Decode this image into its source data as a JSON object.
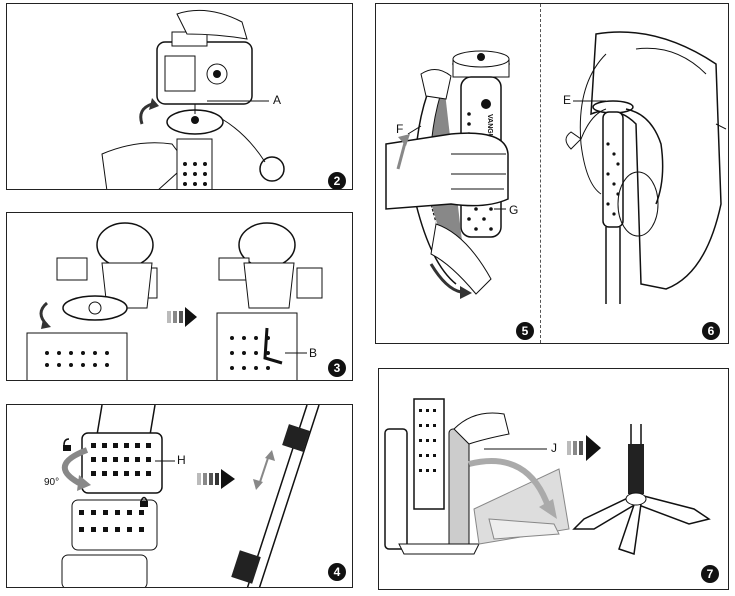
{
  "steps": [
    "2",
    "3",
    "4",
    "5",
    "6",
    "7"
  ],
  "callouts": {
    "A": "A",
    "B": "B",
    "H": "H",
    "angle": "90°",
    "F": "F",
    "G": "G",
    "E": "E",
    "J": "J"
  },
  "brand": "VANGUARD",
  "colors": {
    "ink": "#111111",
    "gray": "#9a9a9a",
    "arrow": "#333333"
  }
}
